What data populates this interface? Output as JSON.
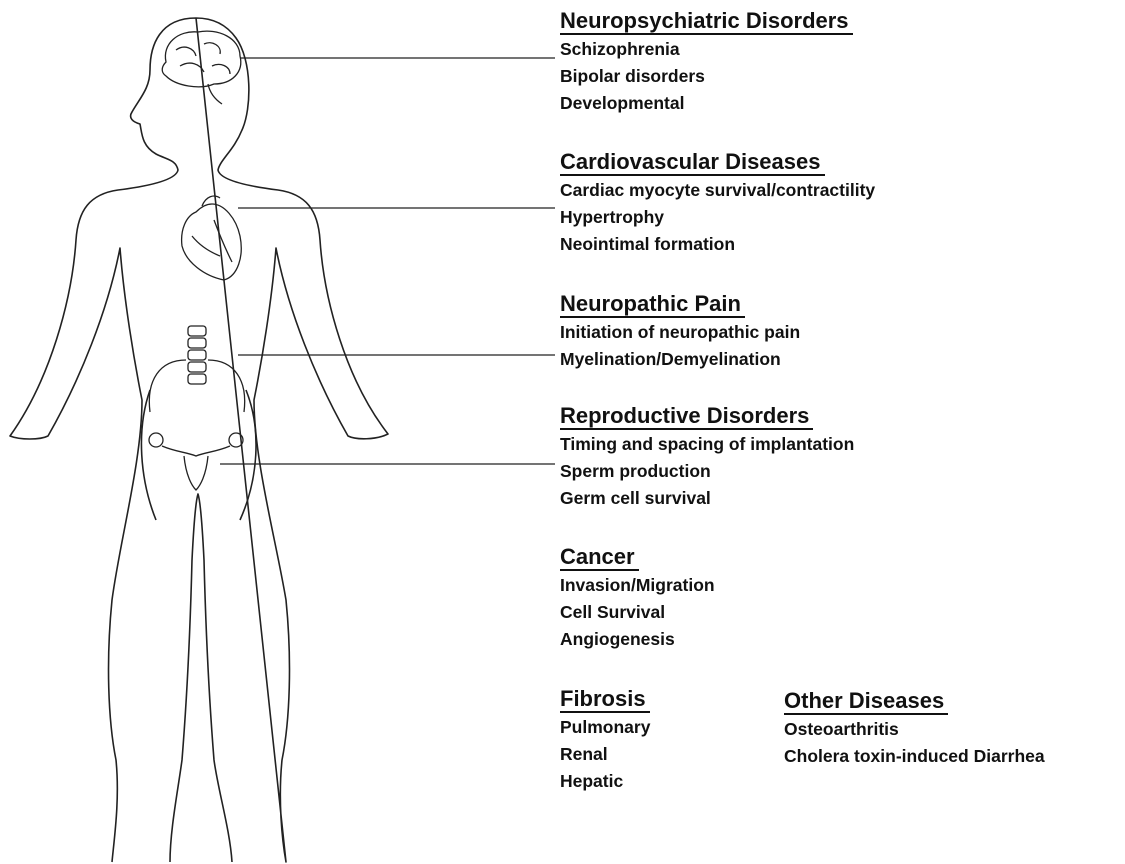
{
  "groups": [
    {
      "id": "neuropsychiatric",
      "heading": "Neuropsychiatric Disorders",
      "items": [
        "Schizophrenia",
        "Bipolar disorders",
        "Developmental"
      ]
    },
    {
      "id": "cardiovascular",
      "heading": "Cardiovascular Diseases",
      "items": [
        "Cardiac myocyte survival/contractility",
        "Hypertrophy",
        "Neointimal formation"
      ]
    },
    {
      "id": "neuropathic",
      "heading": "Neuropathic Pain",
      "items": [
        "Initiation of neuropathic pain",
        "Myelination/Demyelination"
      ]
    },
    {
      "id": "reproductive",
      "heading": "Reproductive Disorders",
      "items": [
        "Timing and spacing of implantation",
        "Sperm production",
        "Germ cell survival"
      ]
    },
    {
      "id": "cancer",
      "heading": "Cancer",
      "items": [
        "Invasion/Migration",
        "Cell Survival",
        "Angiogenesis"
      ]
    },
    {
      "id": "fibrosis",
      "heading": "Fibrosis",
      "items": [
        "Pulmonary",
        "Renal",
        "Hepatic"
      ]
    },
    {
      "id": "other",
      "heading": "Other Diseases",
      "items": [
        "Osteoarthritis",
        "Cholera toxin-induced Diarrhea"
      ]
    }
  ],
  "organs": [
    "brain-icon",
    "heart-icon",
    "spine-icon",
    "uterus-icon",
    "body-outline-icon"
  ]
}
